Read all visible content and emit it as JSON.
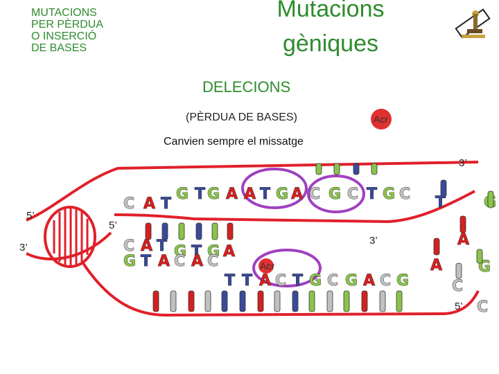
{
  "header": {
    "side_title_lines": [
      "MUTACIONS",
      "PER PÈRDUA",
      "O INSERCIÓ",
      "DE BASES"
    ],
    "main_title_lines": [
      "Mutacions",
      "gèniques"
    ],
    "section_title": "DELECIONS",
    "subtitle": "(PÈRDUA DE BASES)",
    "note": "Canvien sempre el missatge",
    "logo_icon": "microscope-icon"
  },
  "labels": {
    "acr_top": "Acr",
    "acr_bottom": "Acr",
    "end_top_left_5": "5’",
    "end_mid_5": "5’",
    "end_left_3": "3’",
    "end_top_right_3": "3’",
    "end_mid_3": "3’",
    "end_bottom_right_5": "5’"
  },
  "colors": {
    "strand": "#e0202a",
    "A": "#d42020",
    "T": "#3a4a9a",
    "G": "#8ac34a",
    "C": "#c0c0c0",
    "title": "#2e8b2e",
    "acr_oval": "#a040c0"
  },
  "strands": {
    "top_row": [
      "C",
      "A",
      "T",
      "G",
      "T",
      "G",
      "A",
      "A",
      "T",
      "G",
      "A",
      "C",
      "G",
      "C",
      "T",
      "G",
      "C"
    ],
    "mid_row": [
      "C",
      "A",
      "T",
      "G",
      "T",
      "G",
      "A"
    ],
    "bottom_row": [
      "G",
      "T",
      "A",
      "C",
      "A",
      "C",
      "T",
      "T",
      "A",
      "C",
      "T",
      "G",
      "C",
      "G",
      "A",
      "C",
      "G"
    ],
    "free_nucleotides": [
      "T",
      "G",
      "A",
      "A",
      "G",
      "C",
      "C"
    ]
  }
}
